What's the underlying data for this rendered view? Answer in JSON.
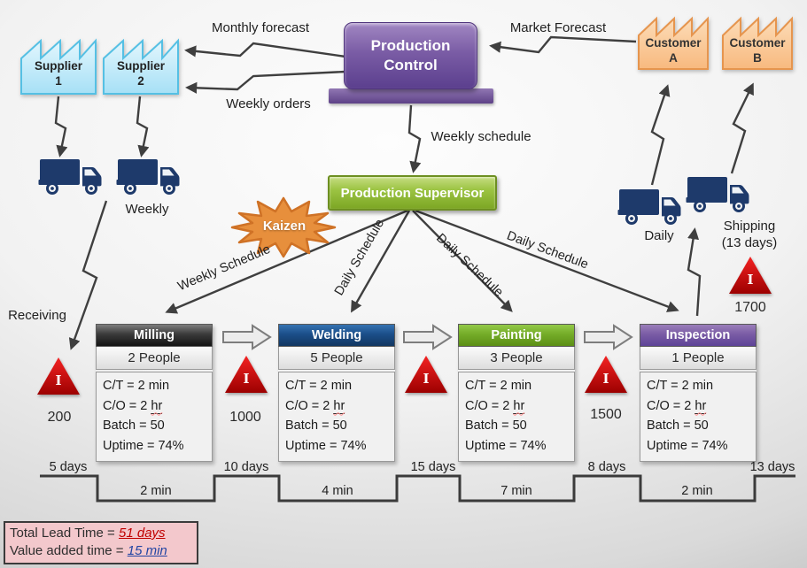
{
  "suppliers": [
    {
      "line1": "Supplier",
      "line2": "1"
    },
    {
      "line1": "Supplier",
      "line2": "2"
    }
  ],
  "customers": [
    {
      "line1": "Customer",
      "line2": "A"
    },
    {
      "line1": "Customer",
      "line2": "B"
    }
  ],
  "control": {
    "title": "Production Control"
  },
  "supervisor": {
    "title": "Production Supervisor"
  },
  "kaizen_label": "Kaizen",
  "labels": {
    "monthly_forecast": "Monthly forecast",
    "weekly_orders": "Weekly orders",
    "market_forecast": "Market Forecast",
    "weekly_schedule": "Weekly schedule",
    "weekly_schedule_diagonal": "Weekly Schedule",
    "daily_schedule_welding": "Daily Schedule",
    "daily_schedule_painting": "Daily Schedule",
    "daily_schedule_inspection": "Daily Schedule",
    "weekly": "Weekly",
    "daily": "Daily",
    "shipping": "Shipping",
    "shipping_days": "(13 days)",
    "receiving": "Receiving"
  },
  "inventory": {
    "receiving": {
      "symbol": "I",
      "qty": "200"
    },
    "after_milling": {
      "symbol": "I",
      "qty": "1000"
    },
    "after_welding": {
      "symbol": "I",
      "qty": ""
    },
    "after_painting": {
      "symbol": "I",
      "qty": "1500"
    },
    "shipping": {
      "symbol": "I",
      "qty": "1700"
    }
  },
  "processes": [
    {
      "name": "Milling",
      "people": "2 People",
      "ct": "C/T = 2 min",
      "co_prefix": "C/O = 2 ",
      "co_unit": "hr",
      "batch": "Batch = 50",
      "uptime": "Uptime = 74%"
    },
    {
      "name": "Welding",
      "people": "5 People",
      "ct": "C/T = 2 min",
      "co_prefix": "C/O = 2 ",
      "co_unit": "hr",
      "batch": "Batch = 50",
      "uptime": "Uptime = 74%"
    },
    {
      "name": "Painting",
      "people": "3 People",
      "ct": "C/T = 2 min",
      "co_prefix": "C/O = 2 ",
      "co_unit": "hr",
      "batch": "Batch = 50",
      "uptime": "Uptime = 74%"
    },
    {
      "name": "Inspection",
      "people": "1 People",
      "ct": "C/T = 2 min",
      "co_prefix": "C/O = 2 ",
      "co_unit": "hr",
      "batch": "Batch = 50",
      "uptime": "Uptime = 74%"
    }
  ],
  "timeline": {
    "d1": "5 days",
    "m1": "2 min",
    "d2": "10 days",
    "m2": "4 min",
    "d3": "15 days",
    "m3": "7 min",
    "d4": "8 days",
    "m4": "2 min",
    "d5": "13 days"
  },
  "summary": {
    "lead_label": "Total Lead Time = ",
    "lead_value": "51 days",
    "va_label": "Value added time = ",
    "va_value": "15 min"
  },
  "colors": {
    "supplier_fill": "#bfe9f9",
    "supplier_border": "#55c0e4",
    "customer_fill": "#fbc995",
    "customer_border": "#e6954e",
    "control_purple": "#7a5ca5",
    "supervisor_green": "#8ab82e",
    "kaizen_orange": "#e78f3c",
    "milling_header": "#3a3a3a",
    "welding_header": "#1b4e89",
    "painting_header": "#74ac28",
    "inspection_header": "#7a5ca5",
    "inventory_red": "#cc0000",
    "truck_navy": "#1e3a6b",
    "arrow_gray": "#3f3f3f",
    "lead_time_red": "#c00000",
    "value_added_blue": "#2144a3",
    "summary_bg": "#f3c8cc"
  }
}
